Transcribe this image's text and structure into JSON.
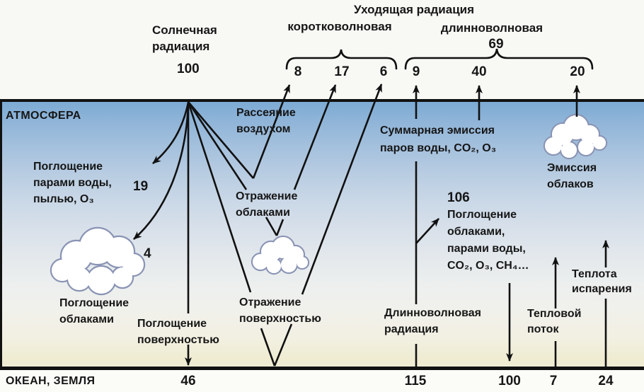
{
  "title_block": {
    "solar": {
      "label": "Солнечная\nрадиация",
      "value": "100"
    },
    "outgoing_title": "Уходящая радиация",
    "shortwave": {
      "label": "коротковолновая",
      "values": [
        "8",
        "17",
        "6"
      ]
    },
    "longwave": {
      "label": "длинноволновая",
      "total": "69",
      "values": [
        "9",
        "40",
        "20"
      ]
    }
  },
  "zones": {
    "atmosphere": "АТМОСФЕРА",
    "surface": "ОКЕАН, ЗЕМЛЯ"
  },
  "flows": {
    "scattering_air": {
      "label": "Рассеяние\nвоздухом"
    },
    "absorption_vapor_dust": {
      "label": "Поглощение\nпарами воды,\nпылью, О₃",
      "value": "19"
    },
    "cloud_reflection": {
      "label": "Отражение\nоблаками"
    },
    "cloud_absorption": {
      "label": "Поглощение\nоблаками",
      "value": "4"
    },
    "surface_reflection": {
      "label": "Отражение\nповерхностью"
    },
    "surface_absorption": {
      "label": "Поглощение\nповерхностью",
      "value": "46"
    },
    "total_emission": {
      "label": "Суммарная эмиссия\nпаров воды, CO₂, O₃"
    },
    "cloud_emission": {
      "label": "Эмиссия\nоблаков"
    },
    "longwave_absorption": {
      "label": "Поглощение\nоблаками,\nпарами воды,\nCO₂, O₃, CH₄…",
      "value": "106"
    },
    "surface_longwave": {
      "label": "Длинноволновая\nрадиация",
      "value": "115"
    },
    "back_radiation": {
      "value": "100"
    },
    "sensible_heat": {
      "label": "Тепловой\nпоток",
      "value": "7"
    },
    "latent_heat": {
      "label": "Теплота\nиспарения",
      "value": "24"
    }
  },
  "colors": {
    "ink": "#111111",
    "sky_top": "#79a9d3",
    "sky_bottom": "#efecd2",
    "cloud_outline": "#8a94b4",
    "background": "#f8f8f5"
  }
}
